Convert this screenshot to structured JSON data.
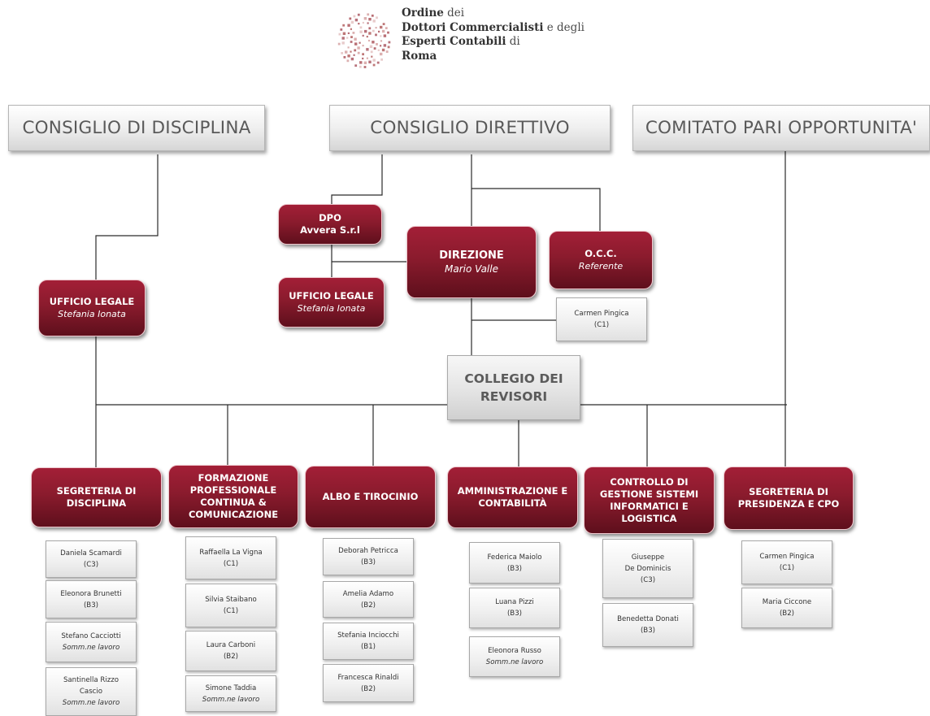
{
  "logo": {
    "lines": [
      {
        "bold": "Ordine",
        "rest": " dei"
      },
      {
        "bold": "Dottori Commercialisti",
        "rest": " e degli"
      },
      {
        "bold": "Esperti Contabili",
        "rest": " di"
      },
      {
        "bold": "Roma",
        "rest": ""
      }
    ]
  },
  "headers": {
    "disciplina": "CONSIGLIO DI DISCIPLINA",
    "direttivo": "CONSIGLIO DIRETTIVO",
    "pari": "COMITATO PARI OPPORTUNITA'"
  },
  "units": {
    "ufficio_legale_left": {
      "title": "UFFICIO LEGALE",
      "person": "Stefania Ionata"
    },
    "dpo": {
      "title": "DPO",
      "person": "Avvera S.r.l"
    },
    "ufficio_legale_mid": {
      "title": "UFFICIO LEGALE",
      "person": "Stefania Ionata"
    },
    "direzione": {
      "title": "DIREZIONE",
      "person": "Mario Valle"
    },
    "occ": {
      "title": "O.C.C.",
      "person": "Referente"
    },
    "collegio": "COLLEGIO DEI\nREVISORI"
  },
  "occ_staff": {
    "name": "Carmen Pingica",
    "grade": "(C1)"
  },
  "departments": [
    {
      "title": "SEGRETERIA DI\nDISCIPLINA",
      "staff": [
        {
          "name": "Daniela Scamardi",
          "grade": "(C3)"
        },
        {
          "name": "Eleonora Brunetti",
          "grade": "(B3)"
        },
        {
          "name": "Stefano Cacciotti",
          "note": "Somm.ne lavoro"
        },
        {
          "name": "Santinella Rizzo\nCascio",
          "note": "Somm.ne lavoro"
        }
      ]
    },
    {
      "title": "FORMAZIONE\nPROFESSIONALE\nCONTINUA &\nCOMUNICAZIONE",
      "staff": [
        {
          "name": "Raffaella La Vigna",
          "grade": "(C1)"
        },
        {
          "name": "Silvia Staibano",
          "grade": "(C1)"
        },
        {
          "name": "Laura Carboni",
          "grade": "(B2)"
        },
        {
          "name": "Simone Taddia",
          "note": "Somm.ne lavoro"
        }
      ]
    },
    {
      "title": "ALBO E TIROCINIO",
      "staff": [
        {
          "name": "Deborah Petricca",
          "grade": "(B3)"
        },
        {
          "name": "Amelia Adamo",
          "grade": "(B2)"
        },
        {
          "name": "Stefania Inciocchi",
          "grade": "(B1)"
        },
        {
          "name": "Francesca Rinaldi",
          "grade": "(B2)"
        }
      ]
    },
    {
      "title": "AMMINISTRAZIONE E\nCONTABILITÀ",
      "staff": [
        {
          "name": "Federica Maiolo",
          "grade": "(B3)"
        },
        {
          "name": "Luana Pizzi",
          "grade": "(B3)"
        },
        {
          "name": "Eleonora Russo",
          "note": "Somm.ne lavoro"
        }
      ]
    },
    {
      "title": "CONTROLLO DI\nGESTIONE SISTEMI\nINFORMATICI E\nLOGISTICA",
      "staff": [
        {
          "name": "Giuseppe\nDe Dominicis",
          "grade": "(C3)"
        },
        {
          "name": "Benedetta Donati",
          "grade": "(B3)"
        }
      ]
    },
    {
      "title": "SEGRETERIA DI\nPRESIDENZA E CPO",
      "staff": [
        {
          "name": "Carmen Pingica",
          "grade": "(C1)"
        },
        {
          "name": "Maria Ciccone",
          "grade": "(B2)"
        }
      ]
    }
  ]
}
